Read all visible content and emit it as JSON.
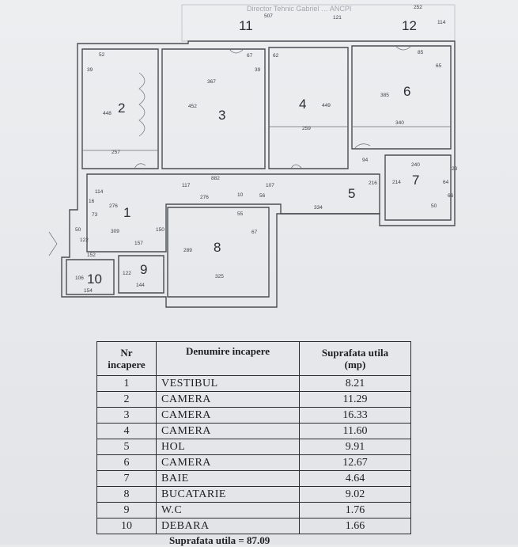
{
  "plan": {
    "header_text": "Director Tehnic Gabriel … ANCPI",
    "rooms": [
      {
        "nr": "1",
        "label": "1"
      },
      {
        "nr": "2",
        "label": "2"
      },
      {
        "nr": "3",
        "label": "3"
      },
      {
        "nr": "4",
        "label": "4"
      },
      {
        "nr": "5",
        "label": "5"
      },
      {
        "nr": "6",
        "label": "6"
      },
      {
        "nr": "7",
        "label": "7"
      },
      {
        "nr": "8",
        "label": "8"
      },
      {
        "nr": "9",
        "label": "9"
      },
      {
        "nr": "10",
        "label": "10"
      },
      {
        "nr": "11",
        "label": "11"
      },
      {
        "nr": "12",
        "label": "12"
      }
    ],
    "dimensions": [
      "507",
      "121",
      "252",
      "114",
      "52",
      "39",
      "448",
      "257",
      "367",
      "452",
      "67",
      "39",
      "62",
      "449",
      "259",
      "385",
      "340",
      "65",
      "85",
      "882",
      "94",
      "240",
      "23",
      "64",
      "66",
      "214",
      "216",
      "107",
      "117",
      "10",
      "56",
      "276",
      "276",
      "334",
      "150",
      "55",
      "67",
      "114",
      "16",
      "73",
      "50",
      "122",
      "309",
      "157",
      "152",
      "289",
      "325",
      "106",
      "154",
      "122",
      "144",
      "50"
    ]
  },
  "table": {
    "headers": {
      "nr": "Nr\nincapere",
      "name": "Denumire incapere",
      "area": "Suprafata utila\n(mp)"
    },
    "rows": [
      {
        "nr": "1",
        "name": "VESTIBUL",
        "area": "8.21"
      },
      {
        "nr": "2",
        "name": "CAMERA",
        "area": "11.29"
      },
      {
        "nr": "3",
        "name": "CAMERA",
        "area": "16.33"
      },
      {
        "nr": "4",
        "name": "CAMERA",
        "area": "11.60"
      },
      {
        "nr": "5",
        "name": "HOL",
        "area": "9.91"
      },
      {
        "nr": "6",
        "name": "CAMERA",
        "area": "12.67"
      },
      {
        "nr": "7",
        "name": "BAIE",
        "area": "4.64"
      },
      {
        "nr": "8",
        "name": "BUCATARIE",
        "area": "9.02"
      },
      {
        "nr": "9",
        "name": "W.C",
        "area": "1.76"
      },
      {
        "nr": "10",
        "name": "DEBARA",
        "area": "1.66"
      }
    ],
    "total_label": "Suprafata utila = 87.09"
  }
}
